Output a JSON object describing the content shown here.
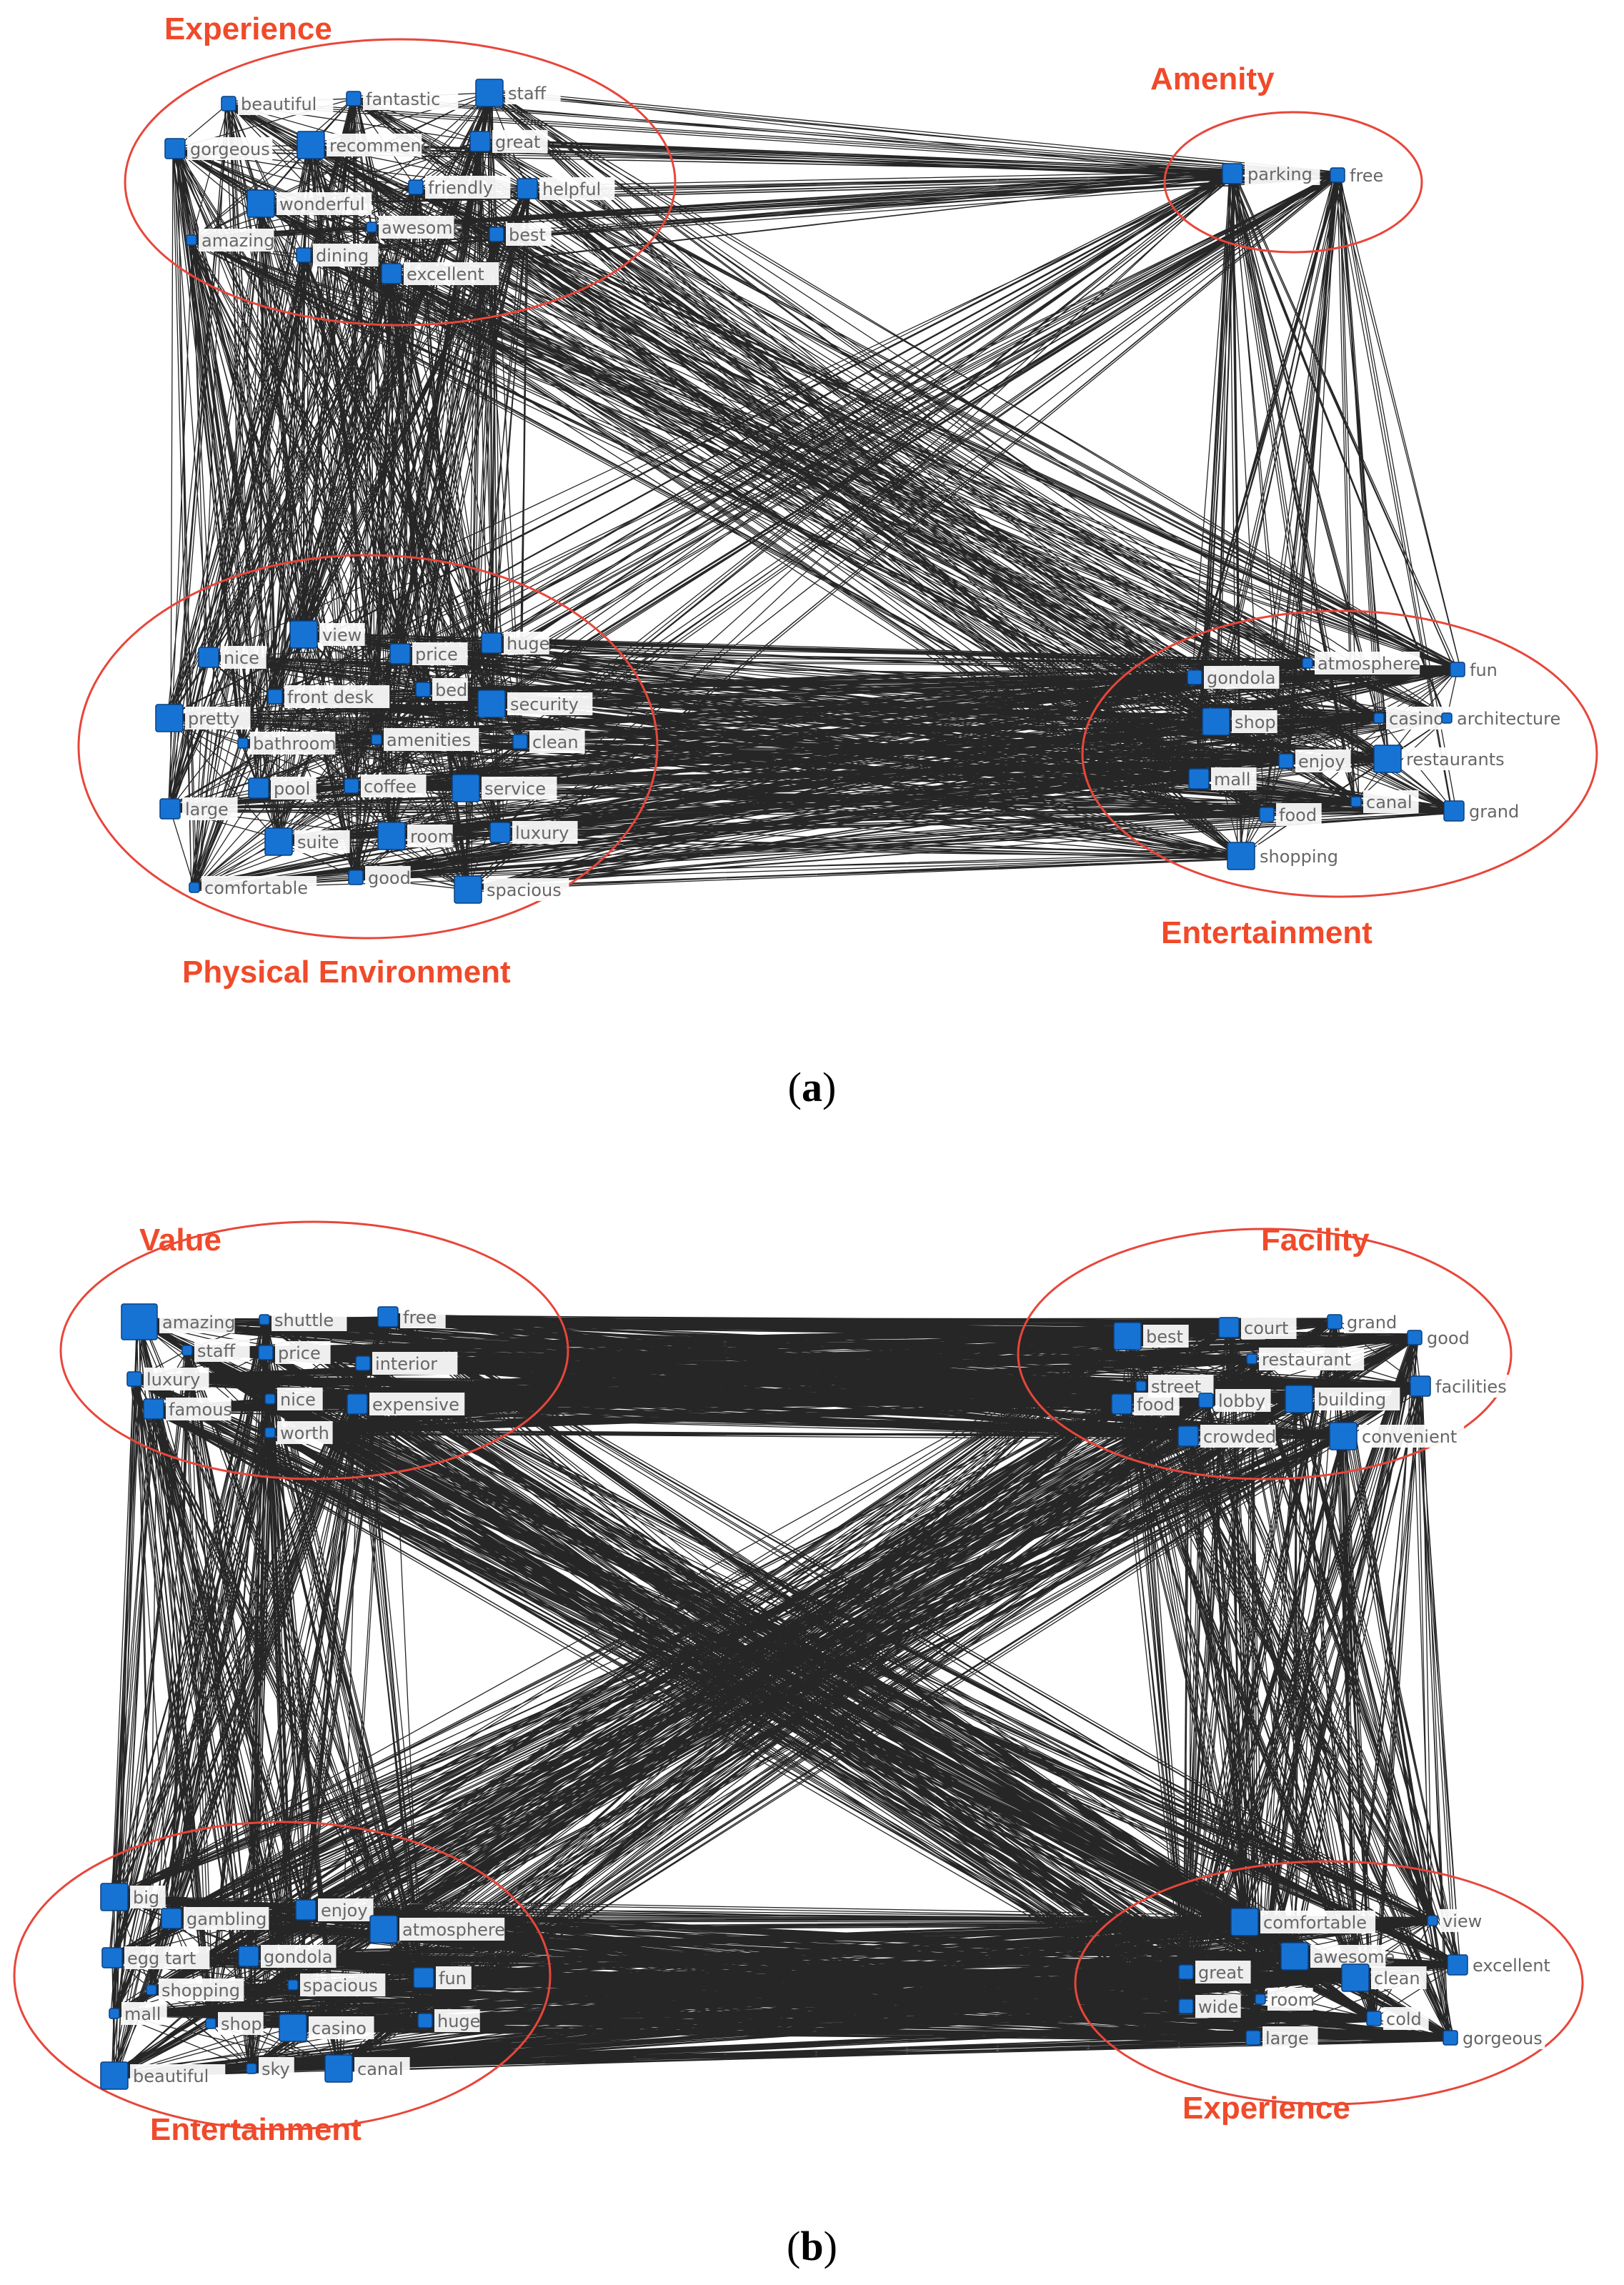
{
  "colors": {
    "node": "#1673d4",
    "node_stroke": "#0a3f80",
    "ellipse": "#e8463a",
    "title": "#f04a2a",
    "edge": "#000000"
  },
  "captions": {
    "a": "a",
    "b": "b"
  },
  "diagrams": [
    {
      "id": "a",
      "clusters": [
        {
          "name": "Experience",
          "nodes": [
            {
              "label": "beautiful",
              "size": "s"
            },
            {
              "label": "fantastic",
              "size": "s"
            },
            {
              "label": "staff",
              "size": "l"
            },
            {
              "label": "gorgeous",
              "size": "m"
            },
            {
              "label": "recommend",
              "size": "l"
            },
            {
              "label": "great",
              "size": "m"
            },
            {
              "label": "wonderful",
              "size": "l"
            },
            {
              "label": "friendly",
              "size": "s"
            },
            {
              "label": "helpful",
              "size": "m"
            },
            {
              "label": "amazing",
              "size": "xs"
            },
            {
              "label": "awesome",
              "size": "xs"
            },
            {
              "label": "best",
              "size": "s"
            },
            {
              "label": "dining",
              "size": "s"
            },
            {
              "label": "excellent",
              "size": "m"
            }
          ]
        },
        {
          "name": "Amenity",
          "nodes": [
            {
              "label": "parking",
              "size": "m"
            },
            {
              "label": "free",
              "size": "s"
            }
          ]
        },
        {
          "name": "Physical Environment",
          "nodes": [
            {
              "label": "view",
              "size": "l"
            },
            {
              "label": "nice",
              "size": "m"
            },
            {
              "label": "price",
              "size": "m"
            },
            {
              "label": "huge",
              "size": "m"
            },
            {
              "label": "front desk",
              "size": "s"
            },
            {
              "label": "bed",
              "size": "s"
            },
            {
              "label": "pretty",
              "size": "l"
            },
            {
              "label": "security",
              "size": "l"
            },
            {
              "label": "bathroom",
              "size": "xs"
            },
            {
              "label": "amenities",
              "size": "xs"
            },
            {
              "label": "clean",
              "size": "s"
            },
            {
              "label": "large",
              "size": "m"
            },
            {
              "label": "pool",
              "size": "m"
            },
            {
              "label": "coffee",
              "size": "s"
            },
            {
              "label": "service",
              "size": "l"
            },
            {
              "label": "suite",
              "size": "l"
            },
            {
              "label": "room",
              "size": "l"
            },
            {
              "label": "luxury",
              "size": "m"
            },
            {
              "label": "comfortable",
              "size": "xs"
            },
            {
              "label": "good",
              "size": "s"
            },
            {
              "label": "spacious",
              "size": "l"
            }
          ]
        },
        {
          "name": "Entertainment",
          "nodes": [
            {
              "label": "gondola",
              "size": "s"
            },
            {
              "label": "atmosphere",
              "size": "xs"
            },
            {
              "label": "fun",
              "size": "s"
            },
            {
              "label": "shop",
              "size": "l"
            },
            {
              "label": "casino",
              "size": "xs"
            },
            {
              "label": "architecture",
              "size": "xs"
            },
            {
              "label": "mall",
              "size": "m"
            },
            {
              "label": "enjoy",
              "size": "s"
            },
            {
              "label": "restaurants",
              "size": "l"
            },
            {
              "label": "food",
              "size": "s"
            },
            {
              "label": "canal",
              "size": "xs"
            },
            {
              "label": "grand",
              "size": "m"
            },
            {
              "label": "shopping",
              "size": "l"
            }
          ]
        }
      ]
    },
    {
      "id": "b",
      "clusters": [
        {
          "name": "Value",
          "nodes": [
            {
              "label": "amazing",
              "size": "xl"
            },
            {
              "label": "shuttle",
              "size": "xs"
            },
            {
              "label": "free",
              "size": "m"
            },
            {
              "label": "staff",
              "size": "xs"
            },
            {
              "label": "price",
              "size": "s"
            },
            {
              "label": "interior",
              "size": "s"
            },
            {
              "label": "luxury",
              "size": "s"
            },
            {
              "label": "nice",
              "size": "xs"
            },
            {
              "label": "expensive",
              "size": "m"
            },
            {
              "label": "famous",
              "size": "m"
            },
            {
              "label": "worth",
              "size": "xs"
            }
          ]
        },
        {
          "name": "Facility",
          "nodes": [
            {
              "label": "best",
              "size": "l"
            },
            {
              "label": "court",
              "size": "m"
            },
            {
              "label": "grand",
              "size": "s"
            },
            {
              "label": "restaurant",
              "size": "xs"
            },
            {
              "label": "good",
              "size": "s"
            },
            {
              "label": "street",
              "size": "xs"
            },
            {
              "label": "building",
              "size": "l"
            },
            {
              "label": "facilities",
              "size": "m"
            },
            {
              "label": "food",
              "size": "m"
            },
            {
              "label": "lobby",
              "size": "s"
            },
            {
              "label": "crowded",
              "size": "m"
            },
            {
              "label": "convenient",
              "size": "l"
            }
          ]
        },
        {
          "name": "Entertainment",
          "nodes": [
            {
              "label": "big",
              "size": "l"
            },
            {
              "label": "gambling",
              "size": "m"
            },
            {
              "label": "enjoy",
              "size": "m"
            },
            {
              "label": "atmosphere",
              "size": "l"
            },
            {
              "label": "egg tart",
              "size": "m"
            },
            {
              "label": "gondola",
              "size": "m"
            },
            {
              "label": "shopping",
              "size": "xs"
            },
            {
              "label": "spacious",
              "size": "xs"
            },
            {
              "label": "fun",
              "size": "m"
            },
            {
              "label": "mall",
              "size": "xs"
            },
            {
              "label": "shop",
              "size": "xs"
            },
            {
              "label": "casino",
              "size": "l"
            },
            {
              "label": "huge",
              "size": "s"
            },
            {
              "label": "beautiful",
              "size": "l"
            },
            {
              "label": "sky",
              "size": "xs"
            },
            {
              "label": "canal",
              "size": "l"
            }
          ]
        },
        {
          "name": "Experience",
          "nodes": [
            {
              "label": "comfortable",
              "size": "l"
            },
            {
              "label": "view",
              "size": "xs"
            },
            {
              "label": "awesome",
              "size": "l"
            },
            {
              "label": "excellent",
              "size": "m"
            },
            {
              "label": "great",
              "size": "s"
            },
            {
              "label": "clean",
              "size": "l"
            },
            {
              "label": "wide",
              "size": "s"
            },
            {
              "label": "room",
              "size": "xs"
            },
            {
              "label": "cold",
              "size": "s"
            },
            {
              "label": "gorgeous",
              "size": "s"
            },
            {
              "label": "large",
              "size": "s"
            }
          ]
        }
      ]
    }
  ]
}
